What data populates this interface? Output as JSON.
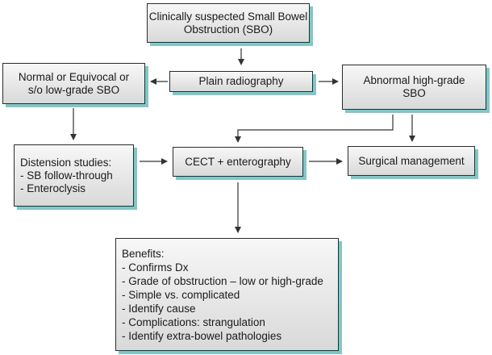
{
  "diagram": {
    "nodes": {
      "sbo": {
        "lines": [
          "Clinically suspected Small Bowel",
          "Obstruction (SBO)"
        ]
      },
      "plain": {
        "lines": [
          "Plain radiography"
        ]
      },
      "normal": {
        "lines": [
          "Normal or Equivocal or",
          "s/o low-grade SBO"
        ]
      },
      "abnormal": {
        "lines": [
          "Abnormal high-grade",
          "SBO"
        ]
      },
      "distension": {
        "lines": [
          "Distension studies:",
          "- SB follow-through",
          "- Enteroclysis"
        ]
      },
      "cect": {
        "lines": [
          "CECT + enterography"
        ]
      },
      "surgical": {
        "lines": [
          "Surgical management"
        ]
      },
      "benefits": {
        "lines": [
          "Benefits:",
          "- Confirms Dx",
          "- Grade of obstruction – low or high-grade",
          "- Simple vs. complicated",
          "- Identify cause",
          "- Complications: strangulation",
          "- Identify extra-bowel pathologies"
        ]
      }
    },
    "edges": [
      [
        "sbo",
        "plain"
      ],
      [
        "plain",
        "normal"
      ],
      [
        "plain",
        "abnormal"
      ],
      [
        "normal",
        "distension"
      ],
      [
        "distension",
        "cect"
      ],
      [
        "abnormal",
        "cect"
      ],
      [
        "abnormal",
        "surgical"
      ],
      [
        "cect",
        "surgical"
      ],
      [
        "cect",
        "benefits"
      ]
    ],
    "colors": {
      "box_border": "#2b2b2b",
      "shadow": "#7fc8c8",
      "arrow": "#333333"
    }
  }
}
